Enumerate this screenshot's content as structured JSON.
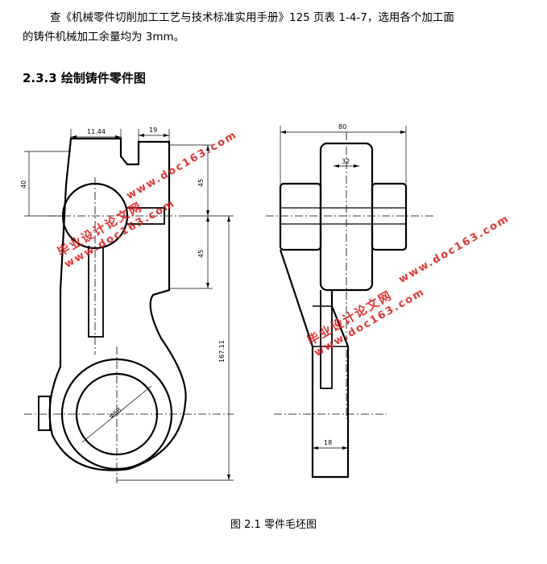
{
  "paragraph": {
    "line1": "查《机械零件切削加工工艺与技术标准实用手册》125 页表 1-4-7，选用各个加工面",
    "line2": "的铸件机械加工余量均为 3mm。"
  },
  "heading": "2.3.3 绘制铸件零件图",
  "figure": {
    "caption": "图 2.1   零件毛坯图",
    "dimensions": {
      "d_top_small": "11.44",
      "d_top_right": "19",
      "d_left": "40",
      "d_45_upper": "45",
      "d_45_lower": "45",
      "d_167": "167.11",
      "d_bore": "Φ58",
      "d_80": "80",
      "d_32": "32",
      "d_18": "18"
    }
  },
  "watermark": {
    "text_cn": "毕业设计论文网",
    "text_url": "www.doc163.com"
  }
}
